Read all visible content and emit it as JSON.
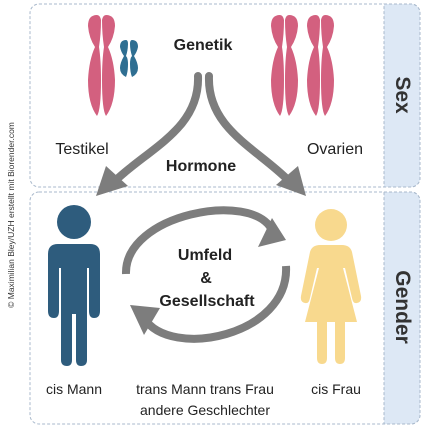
{
  "credit": "© Maximilian Bley/UZH erstellt mit Biorender.com",
  "sex_panel": {
    "side_label": "Sex",
    "center_label": "Genetik",
    "left_label": "Testikel",
    "right_label": "Ovarien"
  },
  "gender_panel": {
    "side_label": "Gender",
    "cycle_label": [
      "Umfeld",
      "&",
      "Gesellschaft"
    ],
    "left_label": "cis Mann",
    "right_label": "cis Frau",
    "bottom_line_1": "trans Mann trans Frau",
    "bottom_line_2": "andere Geschlechter"
  },
  "arrow_label": "Hormone",
  "colors": {
    "chromosome_pink": "#d3607f",
    "chromosome_blue": "#2f6f92",
    "male_figure": "#2e5c7d",
    "female_figure": "#f8d98e",
    "arrow_gray": "#7d7d7d",
    "side_tab": "#dde8f5",
    "border": "#a9b9cc"
  }
}
